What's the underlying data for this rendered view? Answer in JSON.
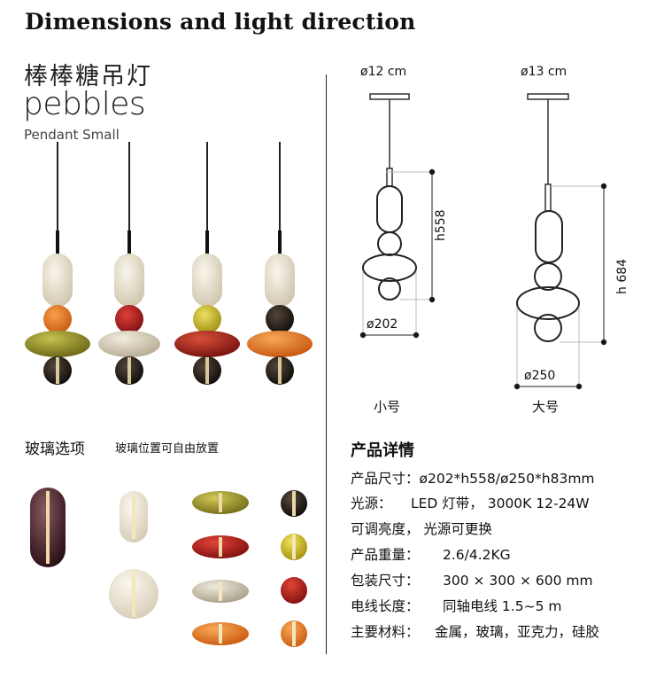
{
  "header": {
    "title": "Dimensions and light direction"
  },
  "product": {
    "cn_title": "棒棒糖吊灯",
    "brand": "pebbles",
    "subtitle": "Pendant Small"
  },
  "glass_options": {
    "heading": "玻璃选项",
    "note": "玻璃位置可自由放置"
  },
  "diagram": {
    "small": {
      "canopy": "ø12 cm",
      "height": "h558",
      "diameter": "ø202",
      "label": "小号"
    },
    "large": {
      "canopy": "ø13 cm",
      "height": "h 684",
      "diameter": "ø250",
      "label": "大号"
    }
  },
  "details": {
    "title": "产品详情",
    "rows": [
      {
        "key": "产品尺寸：",
        "value": "ø202*h558/ø250*h83mm"
      },
      {
        "key": "光源：",
        "value": "LED 灯带， 3000K 12-24W"
      },
      {
        "key": "可调亮度， 光源可更换",
        "value": ""
      },
      {
        "key": "产品重量：",
        "value": "2.6/4.2KG"
      },
      {
        "key": "包装尺寸：",
        "value": "300 × 300 × 600 mm"
      },
      {
        "key": "电线长度：",
        "value": "同轴电线 1.5~5 m"
      },
      {
        "key": "主要材料：",
        "value": "金属，玻璃，亚克力，硅胶"
      }
    ]
  },
  "colors": {
    "cream": "#e8e0cc",
    "orange": "#e8781e",
    "olive": "#8a8a20",
    "black": "#1e1a18",
    "red": "#b0191c",
    "yellow": "#c9b818",
    "dark_red": "#a8241c",
    "plum": "#4a2028"
  }
}
